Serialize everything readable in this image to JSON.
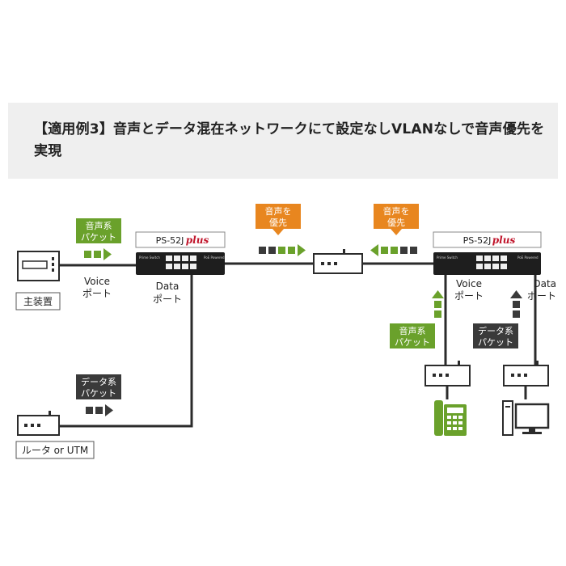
{
  "title": "【適用例3】音声とデータ混在ネットワークにて設定なしVLANなしで音声優先を実現",
  "colors": {
    "voice": "#6aa12b",
    "priority": "#e8861f",
    "data": "#3a3a3a",
    "line": "#2b2b2b"
  },
  "labels": {
    "main_unit": "主装置",
    "router": "ルータ or UTM",
    "voice_packet_line1": "音声系",
    "voice_packet_line2": "パケット",
    "data_packet_line1": "データ系",
    "data_packet_line2": "パケット",
    "priority_line1": "音声を",
    "priority_line2": "優先",
    "voice_port_line1": "Voice",
    "voice_port_line2": "ポート",
    "data_port_line1": "Data",
    "data_port_line2": "ポート",
    "switch_model": "PS-52J",
    "switch_plus": "plus",
    "switch_brand": "Prime Switch",
    "switch_sub": "PoE Powered"
  },
  "icons": [
    "device-icon",
    "router-icon",
    "switch-icon",
    "hub-icon",
    "ip-phone-icon",
    "pc-icon",
    "packet-arrow-icon"
  ]
}
